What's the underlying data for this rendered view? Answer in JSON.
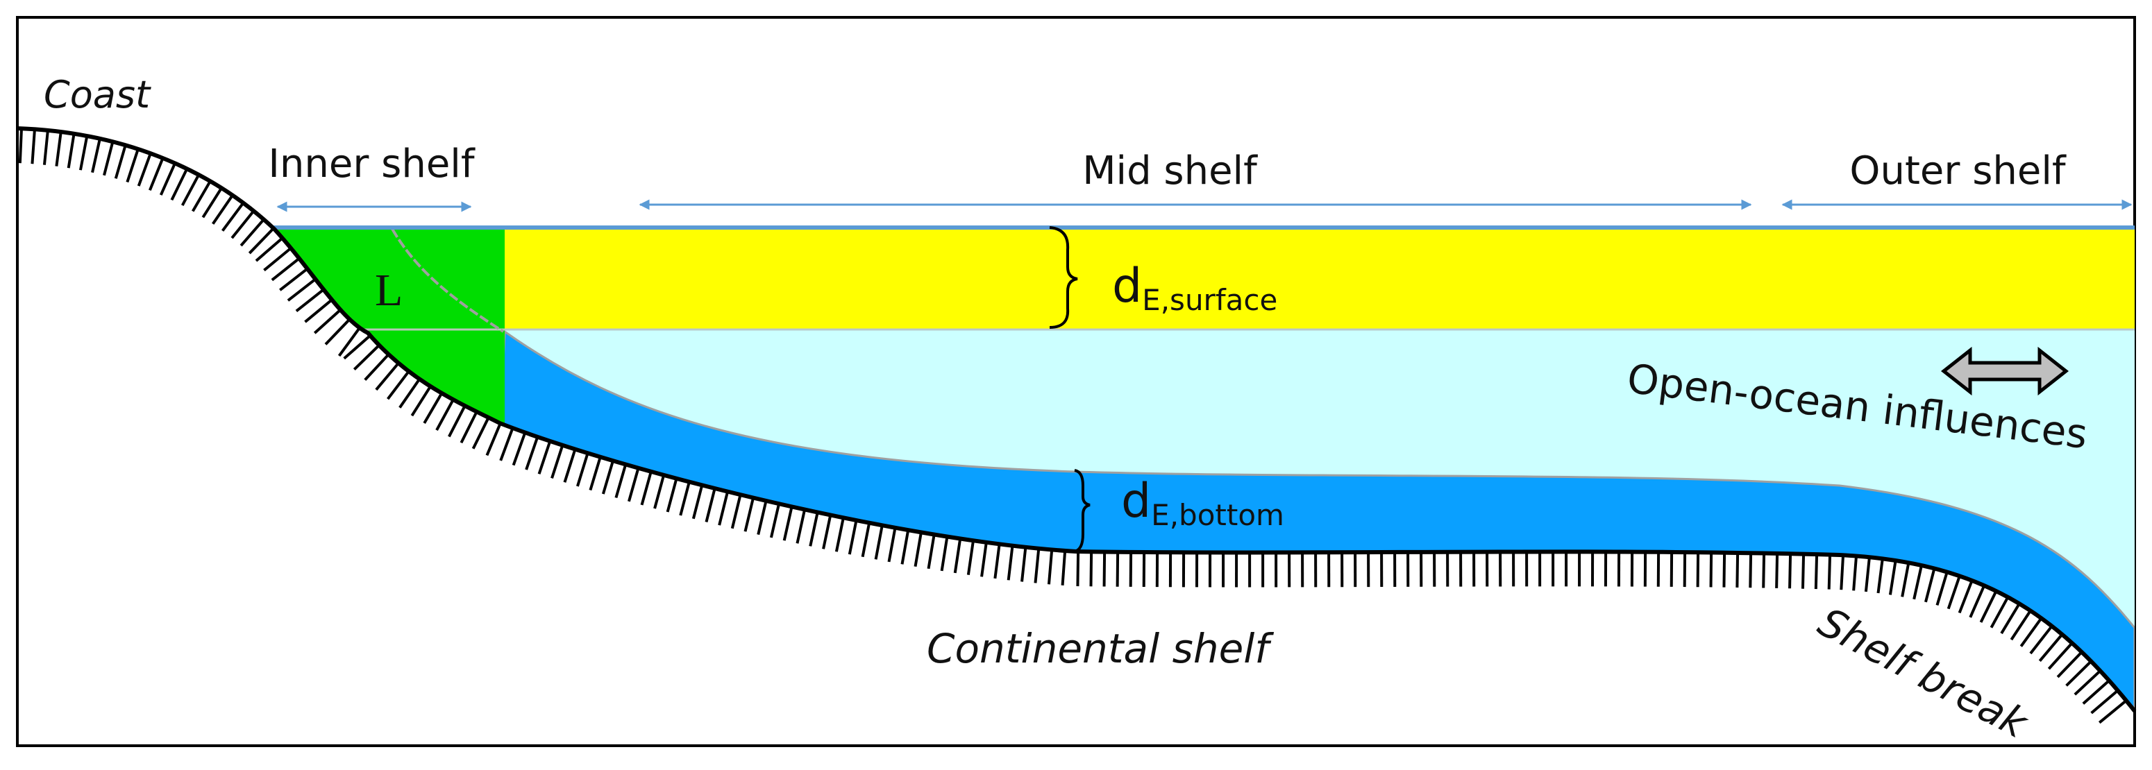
{
  "labels": {
    "coast": "Coast",
    "inner_shelf": "Inner shelf",
    "mid_shelf": "Mid shelf",
    "outer_shelf": "Outer shelf",
    "layer_l": "L",
    "d_surface_main": "d",
    "d_surface_sub": "E,surface",
    "d_bottom_main": "d",
    "d_bottom_sub": "E,bottom",
    "open_ocean": "Open-ocean influences",
    "continental_shelf": "Continental shelf",
    "shelf_break": "Shelf break"
  },
  "colors": {
    "surface_layer": "#ffff00",
    "inner_shelf_zone": "#00dd00",
    "bottom_layer": "#0aa0ff",
    "open_water": "#ccffff",
    "arrows": "#5b9bd5",
    "seafloor": "#000000",
    "double_arrow": "#bfbfbf"
  },
  "icons": {
    "zone_arrows": "double-headed-arrow",
    "influence_arrow": "gray-double-headed-arrow",
    "depth_marker": "curly-brace"
  }
}
